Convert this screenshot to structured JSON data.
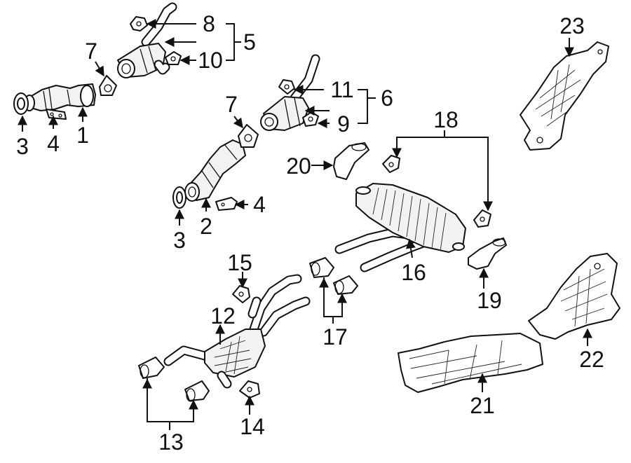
{
  "diagram": {
    "callouts": {
      "c1": "1",
      "c2": "2",
      "c3a": "3",
      "c3b": "3",
      "c4a": "4",
      "c4b": "4",
      "c5": "5",
      "c6": "6",
      "c7a": "7",
      "c7b": "7",
      "c8": "8",
      "c9": "9",
      "c10": "10",
      "c11": "11",
      "c12": "12",
      "c13": "13",
      "c14": "14",
      "c15": "15",
      "c16": "16",
      "c17": "17",
      "c18": "18",
      "c19": "19",
      "c20": "20",
      "c21": "21",
      "c22": "22",
      "c23": "23"
    }
  }
}
